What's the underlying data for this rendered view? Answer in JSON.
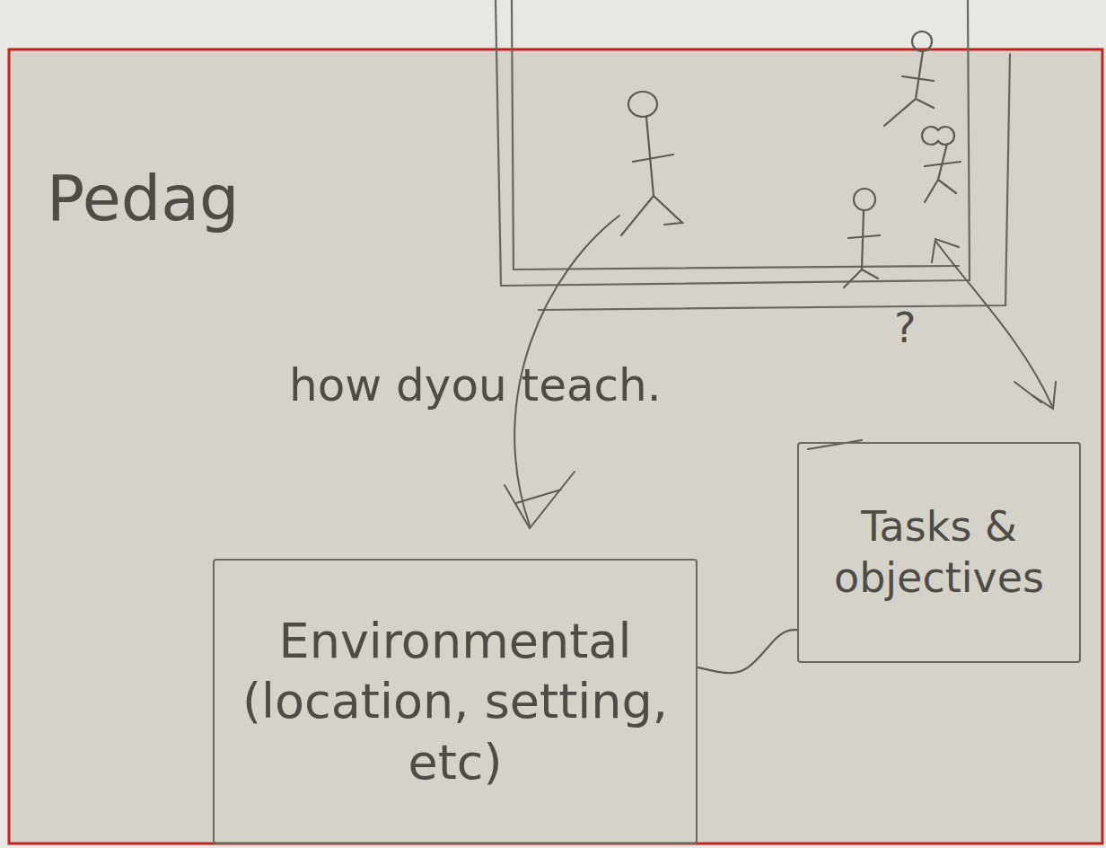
{
  "diagram": {
    "nodes": [
      {
        "text": [
          "Tasks & objectives"
        ]
      },
      {
        "text": [
          "Environmental (location, setting, etc)"
        ]
      }
    ],
    "edges": [
      {
        "from": 1,
        "to": 0,
        "arrow": "none"
      }
    ],
    "labels": [
      "Pedag",
      "how dyou teach.",
      "?"
    ]
  }
}
